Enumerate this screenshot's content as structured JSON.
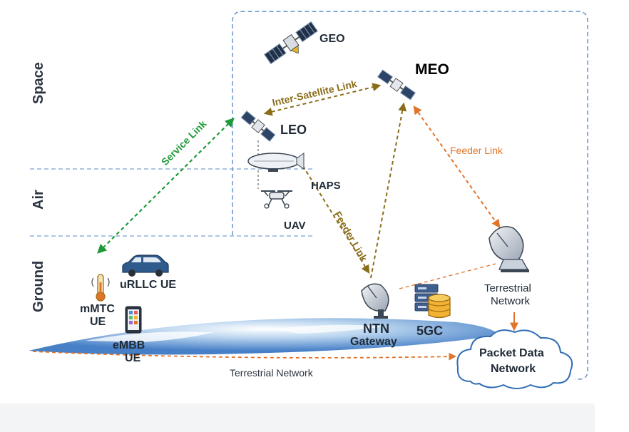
{
  "layers": {
    "space": "Space",
    "air": "Air",
    "ground": "Ground"
  },
  "nodes": {
    "geo": "GEO",
    "meo": "MEO",
    "leo": "LEO",
    "haps": "HAPS",
    "uav": "UAV",
    "urllc_ue": "uRLLC UE",
    "mmtc_line1": "mMTC",
    "mmtc_line2": "UE",
    "embb_line1": "eMBB",
    "embb_line2": "UE",
    "ntn_line1": "NTN",
    "ntn_line2": "Gateway",
    "fivegc": "5GC",
    "terrestrial_line1": "Terrestrial",
    "terrestrial_line2": "Network",
    "pdn_line1": "Packet Data",
    "pdn_line2": "Network"
  },
  "links": {
    "service": "Service Link",
    "inter_satellite": "Inter-Satellite Link",
    "feeder_meo": "Feeder Link",
    "feeder_leo": "Feeder Link",
    "terrestrial_network": "Terrestrial Network"
  },
  "colors": {
    "service_link": "#1e9a3a",
    "inter_satellite_link": "#8a6d1a",
    "feeder_leo_link": "#8a6d1a",
    "feeder_meo_link": "#e0752a",
    "terrestrial_link": "#e0752a",
    "region_border": "#5b8ec9"
  }
}
